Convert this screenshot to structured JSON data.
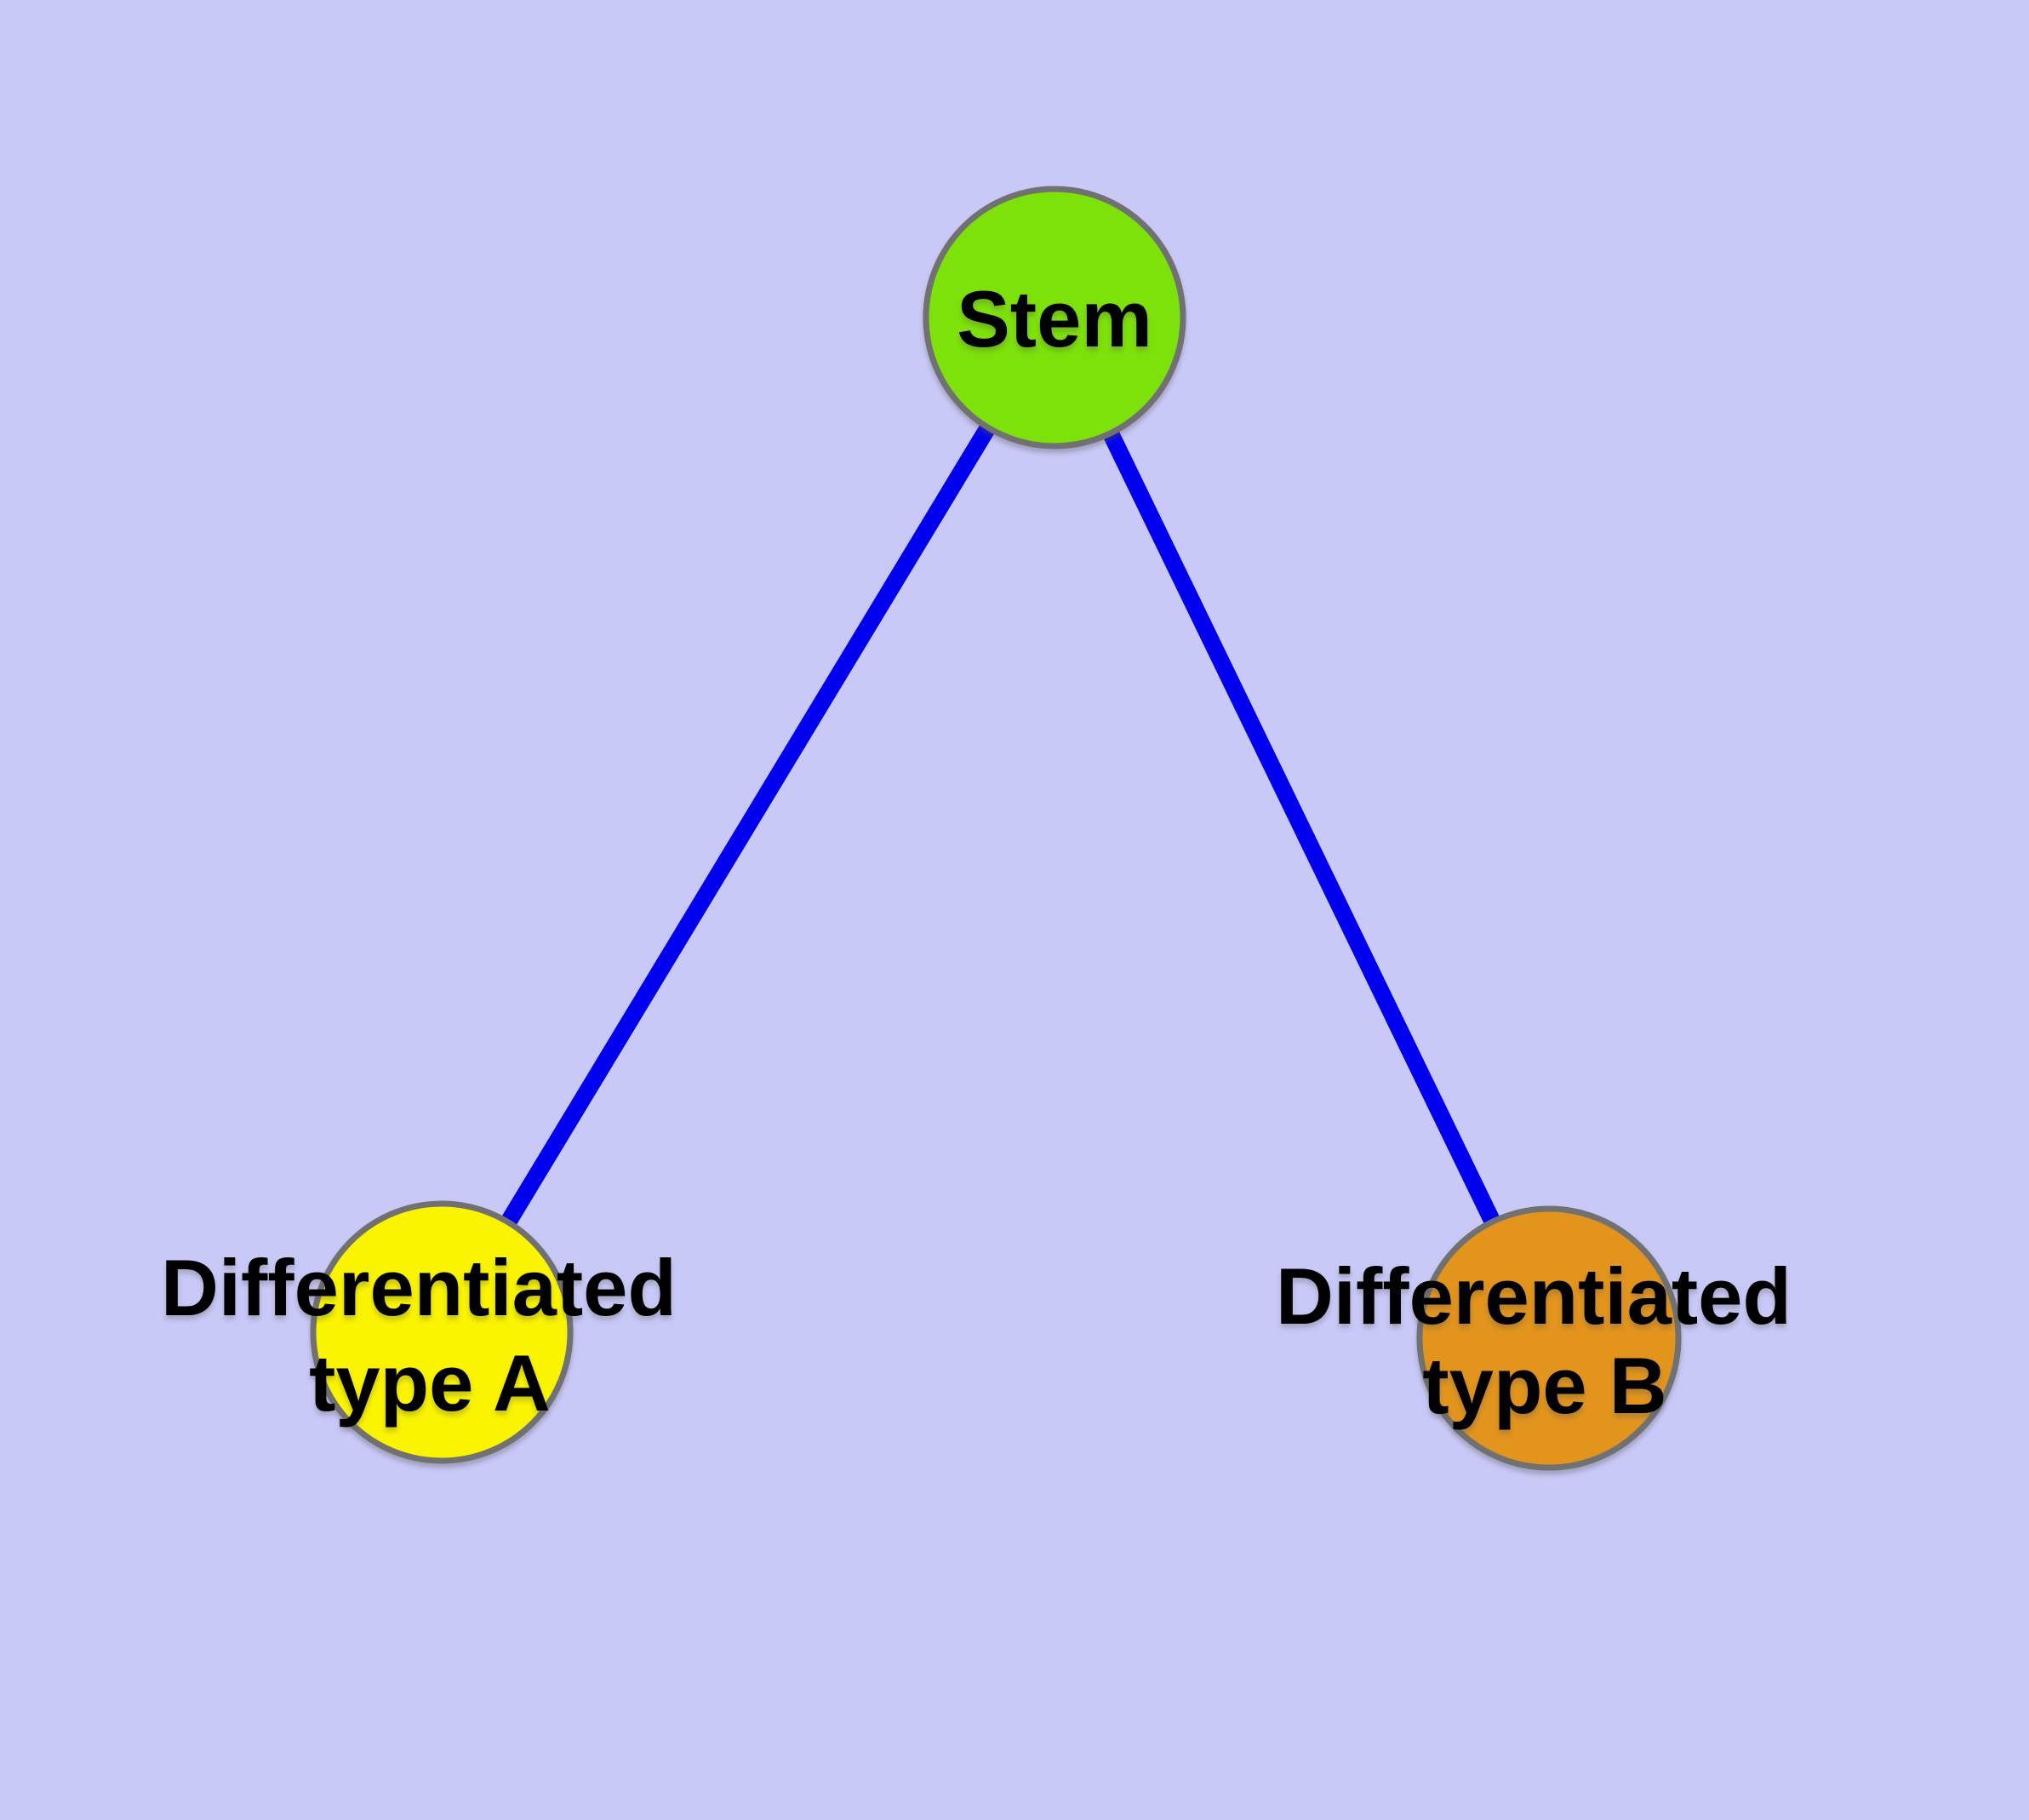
{
  "canvas": {
    "background_color": "#C9C9F8"
  },
  "node_style": {
    "border_color": "#717171",
    "label_color": "#000000"
  },
  "edge_style": {
    "color": "#0000EE"
  },
  "nodes": [
    {
      "id": "stem",
      "label": "Stem",
      "label_lines": [
        "Stem"
      ],
      "fill": "#7DE10A"
    },
    {
      "id": "differentiated-type-a",
      "label": "Differentiated type A",
      "label_lines": [
        "Differentiated",
        "type A"
      ],
      "fill": "#FAF400"
    },
    {
      "id": "differentiated-type-b",
      "label": "Differentiated type B",
      "label_lines": [
        "Differentiated",
        "type B"
      ],
      "fill": "#E2941D"
    }
  ],
  "edges": [
    {
      "from": "stem",
      "to": "differentiated-type-a"
    },
    {
      "from": "stem",
      "to": "differentiated-type-b"
    }
  ]
}
